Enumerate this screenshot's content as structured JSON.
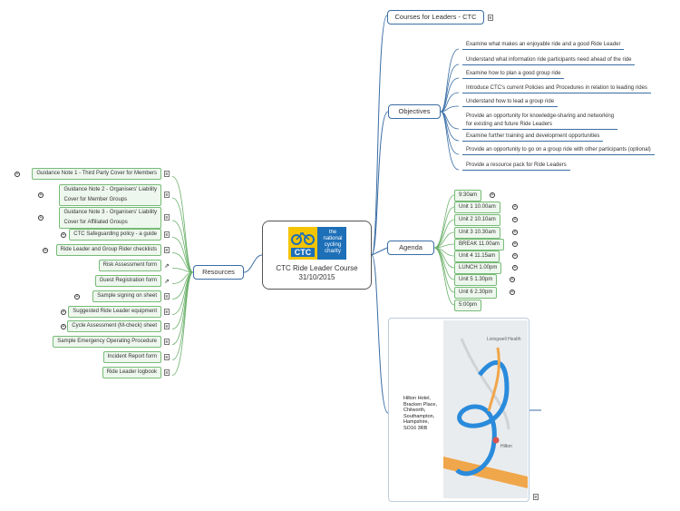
{
  "central": {
    "title": "CTC Ride Leader Course",
    "date": "31/10/2015",
    "logo_text": "CTC",
    "logo_tag": "the national cycling charity"
  },
  "topics": {
    "courses": "Courses for Leaders - CTC",
    "objectives": "Objectives",
    "agenda": "Agenda",
    "resources": "Resources"
  },
  "objectives": [
    "Examine what makes an enjoyable ride and a good Ride Leader",
    "Understand what information ride participants need ahead of the ride",
    "Examine how to plan a good group ride",
    "Introduce CTC's current Policies and Procedures in relation to leading rides",
    "Understand how to lead a group ride",
    "Provide an opportunity for knowledge-sharing and networking\nfor existing and future Ride Leaders",
    "Examine further training and development opportunities",
    "Provide an opportunity to go on a group ride with other participants (optional)",
    "Provide a resource pack for Ride Leaders"
  ],
  "agenda": [
    "9:30am",
    "Unit 1 10.00am",
    "Unit 2 10.10am",
    "Unit 3 10.30am",
    "BREAK 11.00am",
    "Unit 4 11.15am",
    "LUNCH 1.00pm",
    "Unit 5 1.30pm",
    "Unit 6 2.30pm",
    "5:00pm"
  ],
  "resources": [
    "Guidance Note 1 - Third Party Cover for Members",
    "Guidance Note 2 - Organisers' Liability\nCover for Member Groups",
    "Guidance Note 3 - Organisers' Liability\nCover for Affiliated Groups",
    "CTC Safeguarding policy - a guide",
    "Ride Leader and Group Rider checklists",
    "Risk Assessment form",
    "Guest Registration form",
    "Sample signing on sheet",
    "Suggested Ride Leader equipment",
    "Cycle Assessment (M-check) sheet",
    "Sample Emergency Operating Procedure",
    "Incident Report form",
    "Ride Leader logbook"
  ],
  "map": {
    "address": "Hilton Hotel,\nBracken Place,\nChilworth,\nSouthampton,\nHampshire,\nSO16 3RB",
    "label_road": "Livingwell Health",
    "label_poi": "Hilton"
  },
  "colors": {
    "branch_blue": "#3a6ea5",
    "branch_green": "#6ab06a",
    "logo_yellow": "#f5c400",
    "logo_blue": "#1d6fb8"
  }
}
